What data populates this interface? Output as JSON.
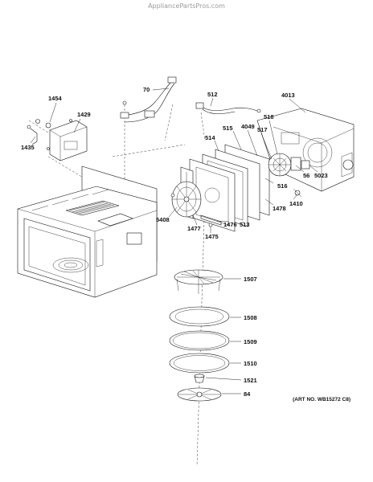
{
  "watermark": "AppliancePartsPros.com",
  "art_number": "(ART NO. WB15272 C8)",
  "callouts": [
    "1454",
    "1429",
    "1435",
    "70",
    "512",
    "4013",
    "518",
    "515",
    "4049",
    "517",
    "514",
    "56",
    "5023",
    "516",
    "1410",
    "1478",
    "5408",
    "1477",
    "1475",
    "1476",
    "513",
    "1507",
    "1508",
    "1509",
    "1510",
    "1521",
    "84"
  ]
}
